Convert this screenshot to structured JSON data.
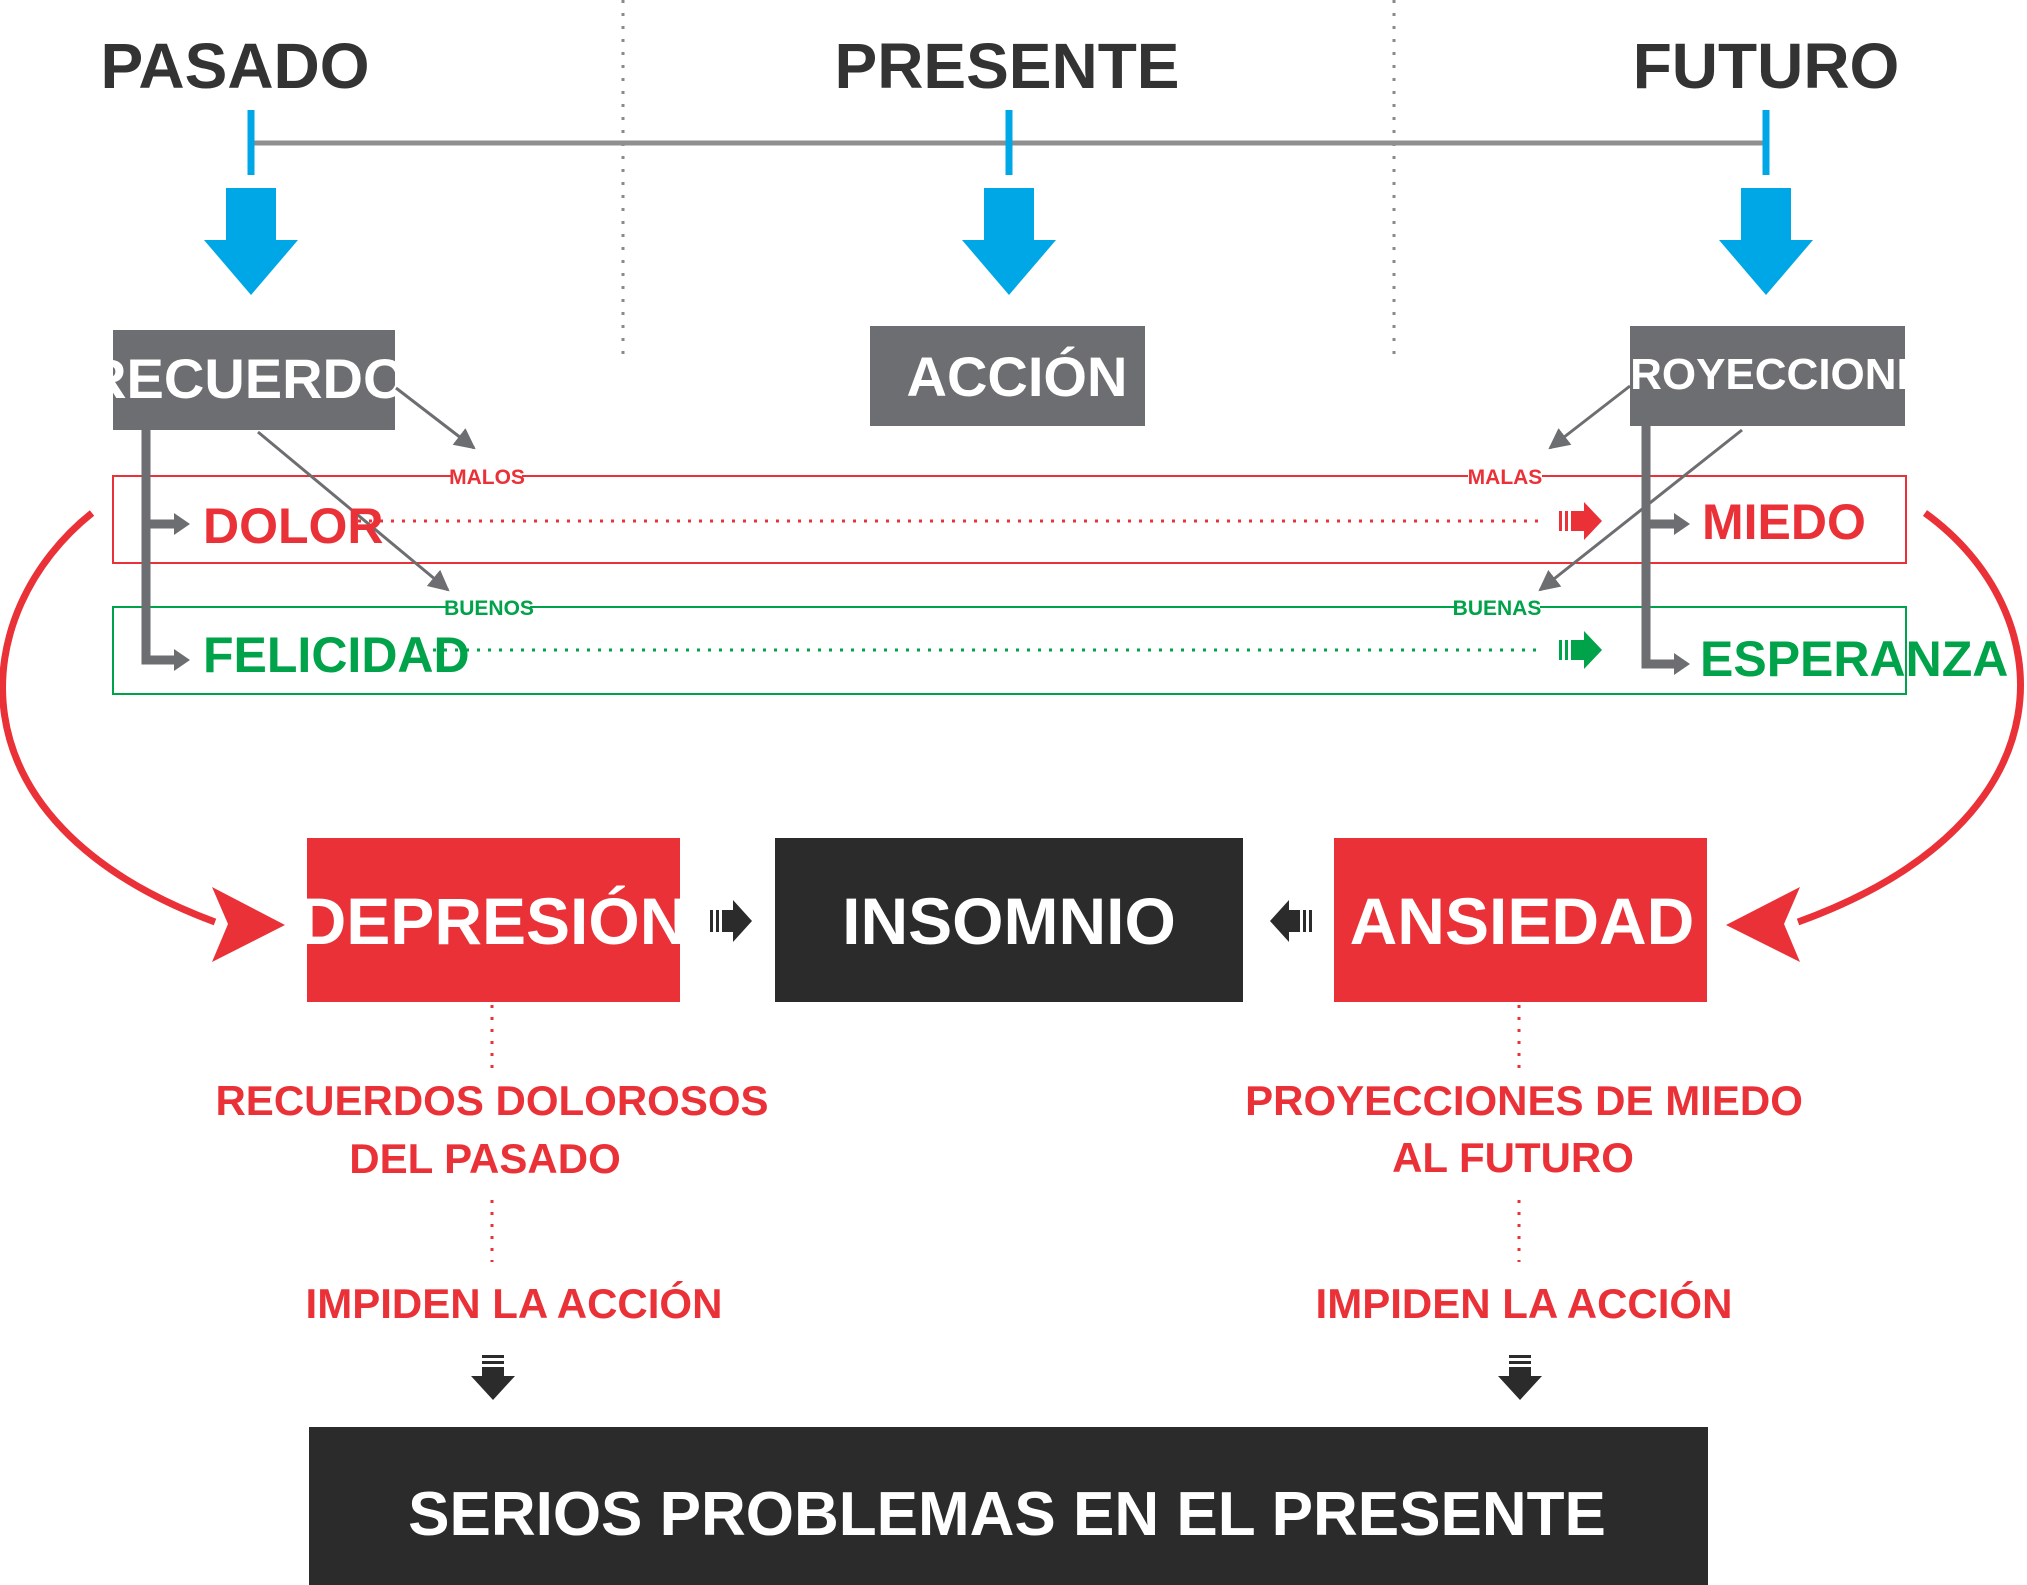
{
  "timeline": {
    "past": "PASADO",
    "present": "PRESENTE",
    "future": "FUTURO"
  },
  "boxes": {
    "recuerdos": "RECUERDOS",
    "accion": "ACCIÓN",
    "proyecciones": "PROYECCIONES"
  },
  "branches": {
    "malos": "MALOS",
    "malas": "MALAS",
    "buenos": "BUENOS",
    "buenas": "BUENAS"
  },
  "rows": {
    "dolor": "DOLOR",
    "miedo": "MIEDO",
    "felicidad": "FELICIDAD",
    "esperanza": "ESPERANZA"
  },
  "outcomes": {
    "depresion": "DEPRESIÓN",
    "insomnio": "INSOMNIO",
    "ansiedad": "ANSIEDAD"
  },
  "notes": {
    "left_line1": "RECUERDOS DOLOROSOS",
    "left_line2": "DEL PASADO",
    "right_line1": "PROYECCIONES DE MIEDO",
    "right_line2": "AL FUTURO",
    "left_impide": "IMPIDEN LA ACCIÓN",
    "right_impide": "IMPIDEN LA ACCIÓN"
  },
  "bottom": "SERIOS PROBLEMAS EN EL PRESENTE",
  "colors": {
    "blue": "#00a7e6",
    "gray_box": "#6d6e71",
    "dark": "#2c2b2c",
    "red": "#ea3138",
    "green": "#00a24a",
    "heading": "#333333"
  }
}
